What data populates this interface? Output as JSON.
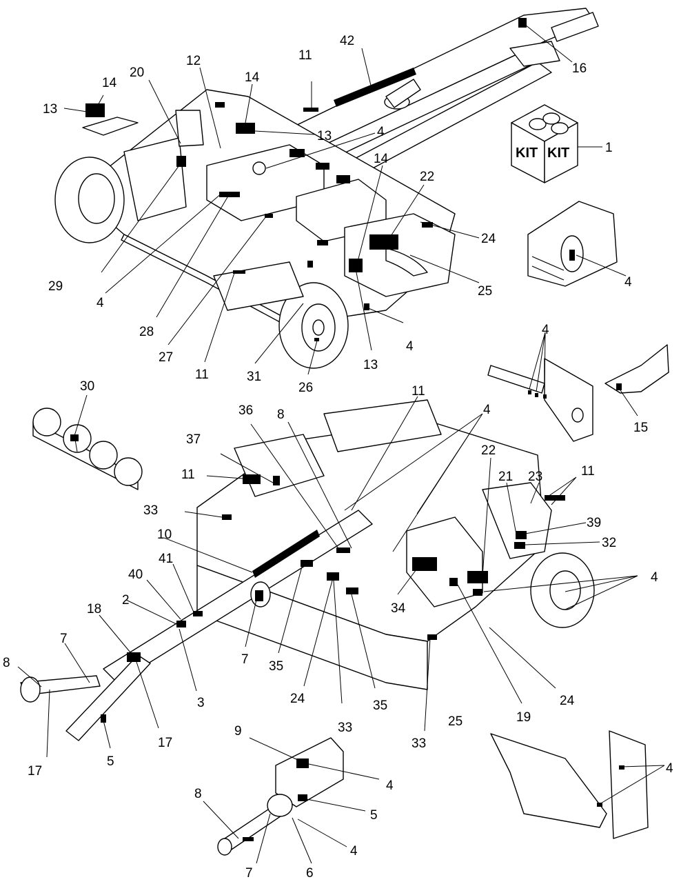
{
  "callouts": [
    {
      "id": "c1",
      "text": "11"
    },
    {
      "id": "c2",
      "text": "42"
    },
    {
      "id": "c3",
      "text": "12"
    },
    {
      "id": "c4",
      "text": "20"
    },
    {
      "id": "c5",
      "text": "14"
    },
    {
      "id": "c6",
      "text": "13"
    },
    {
      "id": "c7",
      "text": "14"
    },
    {
      "id": "c8",
      "text": "13"
    },
    {
      "id": "c9",
      "text": "4"
    },
    {
      "id": "c10",
      "text": "16"
    },
    {
      "id": "c11",
      "text": "1"
    },
    {
      "id": "c12",
      "text": "14"
    },
    {
      "id": "c13",
      "text": "22"
    },
    {
      "id": "c14",
      "text": "24"
    },
    {
      "id": "c15",
      "text": "25"
    },
    {
      "id": "c16",
      "text": "4"
    },
    {
      "id": "c17",
      "text": "29"
    },
    {
      "id": "c18",
      "text": "4"
    },
    {
      "id": "c19",
      "text": "28"
    },
    {
      "id": "c20",
      "text": "27"
    },
    {
      "id": "c21",
      "text": "11"
    },
    {
      "id": "c22",
      "text": "31"
    },
    {
      "id": "c23",
      "text": "26"
    },
    {
      "id": "c24",
      "text": "13"
    },
    {
      "id": "c25",
      "text": "4"
    },
    {
      "id": "c26",
      "text": "4"
    },
    {
      "id": "c27",
      "text": "15"
    },
    {
      "id": "c28",
      "text": "30"
    },
    {
      "id": "c29",
      "text": "36"
    },
    {
      "id": "c30",
      "text": "8"
    },
    {
      "id": "c31",
      "text": "11"
    },
    {
      "id": "c32",
      "text": "4"
    },
    {
      "id": "c33",
      "text": "37"
    },
    {
      "id": "c34",
      "text": "11"
    },
    {
      "id": "c35",
      "text": "33"
    },
    {
      "id": "c36",
      "text": "22"
    },
    {
      "id": "c37",
      "text": "21"
    },
    {
      "id": "c38",
      "text": "23"
    },
    {
      "id": "c39",
      "text": "11"
    },
    {
      "id": "c40",
      "text": "39"
    },
    {
      "id": "c41",
      "text": "32"
    },
    {
      "id": "c42",
      "text": "10"
    },
    {
      "id": "c43",
      "text": "41"
    },
    {
      "id": "c44",
      "text": "40"
    },
    {
      "id": "c45",
      "text": "4"
    },
    {
      "id": "c46",
      "text": "18"
    },
    {
      "id": "c47",
      "text": "2"
    },
    {
      "id": "c48",
      "text": "34"
    },
    {
      "id": "c49",
      "text": "7"
    },
    {
      "id": "c50",
      "text": "8"
    },
    {
      "id": "c51",
      "text": "7"
    },
    {
      "id": "c52",
      "text": "35"
    },
    {
      "id": "c53",
      "text": "3"
    },
    {
      "id": "c54",
      "text": "24"
    },
    {
      "id": "c55",
      "text": "35"
    },
    {
      "id": "c56",
      "text": "19"
    },
    {
      "id": "c57",
      "text": "24"
    },
    {
      "id": "c58",
      "text": "17"
    },
    {
      "id": "c59",
      "text": "33"
    },
    {
      "id": "c60",
      "text": "25"
    },
    {
      "id": "c61",
      "text": "17"
    },
    {
      "id": "c62",
      "text": "5"
    },
    {
      "id": "c63",
      "text": "33"
    },
    {
      "id": "c64",
      "text": "9"
    },
    {
      "id": "c65",
      "text": "4"
    },
    {
      "id": "c66",
      "text": "4"
    },
    {
      "id": "c67",
      "text": "5"
    },
    {
      "id": "c68",
      "text": "8"
    },
    {
      "id": "c69",
      "text": "4"
    },
    {
      "id": "c70",
      "text": "7"
    },
    {
      "id": "c71",
      "text": "6"
    }
  ],
  "kit_box": {
    "label_left": "KIT",
    "label_right": "KIT"
  }
}
